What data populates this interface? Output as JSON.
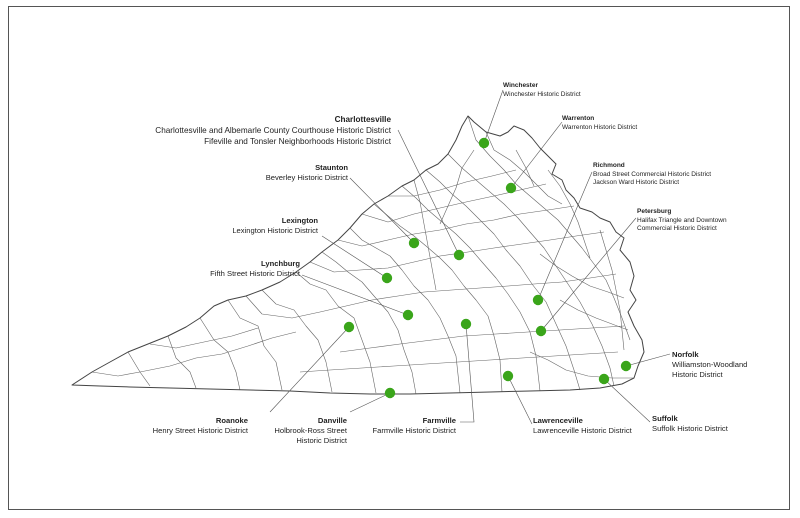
{
  "colors": {
    "marker": "#3aa51a",
    "outline": "#444444",
    "county": "#666666",
    "leader": "#555555"
  },
  "places": [
    {
      "id": "winchester",
      "city": "Winchester",
      "districts": [
        "Winchester Historic District"
      ]
    },
    {
      "id": "warrenton",
      "city": "Warrenton",
      "districts": [
        "Warrenton Historic District"
      ]
    },
    {
      "id": "charlottesville",
      "city": "Charlottesville",
      "districts": [
        "Charlottesville and Albemarle County Courthouse Historic District",
        "Fifeville and Tonsler Neighborhoods Historic District"
      ]
    },
    {
      "id": "staunton",
      "city": "Staunton",
      "districts": [
        "Beverley Historic District"
      ]
    },
    {
      "id": "richmond",
      "city": "Richmond",
      "districts": [
        "Broad Street Commercial Historic District",
        "Jackson Ward Historic District"
      ]
    },
    {
      "id": "petersburg",
      "city": "Petersburg",
      "districts": [
        "Halifax Triangle and Downtown",
        "Commercial Historic District"
      ]
    },
    {
      "id": "lexington",
      "city": "Lexington",
      "districts": [
        "Lexington Historic District"
      ]
    },
    {
      "id": "lynchburg",
      "city": "Lynchburg",
      "districts": [
        "Fifth Street Historic District"
      ]
    },
    {
      "id": "norfolk",
      "city": "Norfolk",
      "districts": [
        "Williamston-Woodland",
        "Historic District"
      ]
    },
    {
      "id": "roanoke",
      "city": "Roanoke",
      "districts": [
        "Henry Street Historic District"
      ]
    },
    {
      "id": "danville",
      "city": "Danville",
      "districts": [
        "Holbrook-Ross Street",
        "Historic District"
      ]
    },
    {
      "id": "farmville",
      "city": "Farmville",
      "districts": [
        "Farmville Historic District"
      ]
    },
    {
      "id": "lawrenceville",
      "city": "Lawrenceville",
      "districts": [
        "Lawrenceville Historic District"
      ]
    },
    {
      "id": "suffolk",
      "city": "Suffolk",
      "districts": [
        "Suffolk Historic District"
      ]
    }
  ]
}
